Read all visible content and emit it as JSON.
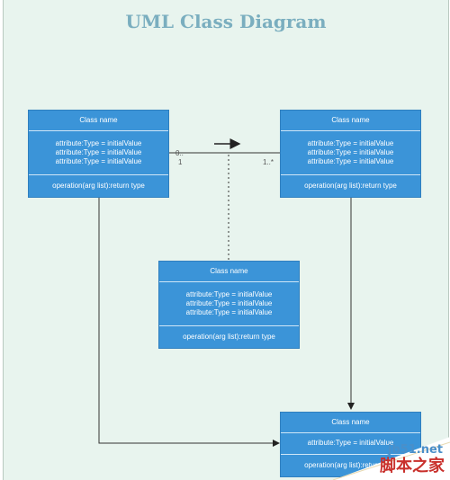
{
  "title": "UML Class Diagram",
  "classes": [
    {
      "name": "Class name",
      "attributes": [
        "attribute:Type = initialValue",
        "attribute:Type = initialValue",
        "attribute:Type = initialValue"
      ],
      "operation": "operation(arg list):return type"
    },
    {
      "name": "Class name",
      "attributes": [
        "attribute:Type = initialValue",
        "attribute:Type = initialValue",
        "attribute:Type = initialValue"
      ],
      "operation": "operation(arg list):return type"
    },
    {
      "name": "Class name",
      "attributes": [
        "attribute:Type = initialValue",
        "attribute:Type = initialValue",
        "attribute:Type = initialValue"
      ],
      "operation": "operation(arg list):return type"
    },
    {
      "name": "Class name",
      "attributes": [
        "attribute:Type = initialValue"
      ],
      "operation": "operation(arg list):return type"
    }
  ],
  "multiplicities": {
    "left_upper": "0..",
    "left_lower": "1",
    "right": "1..*"
  },
  "watermark": {
    "url": "jb51.net",
    "text": "脚本之家"
  },
  "colors": {
    "class_fill": "#3b94d8",
    "background": "#e8f4ee",
    "title": "#7aaebf"
  }
}
